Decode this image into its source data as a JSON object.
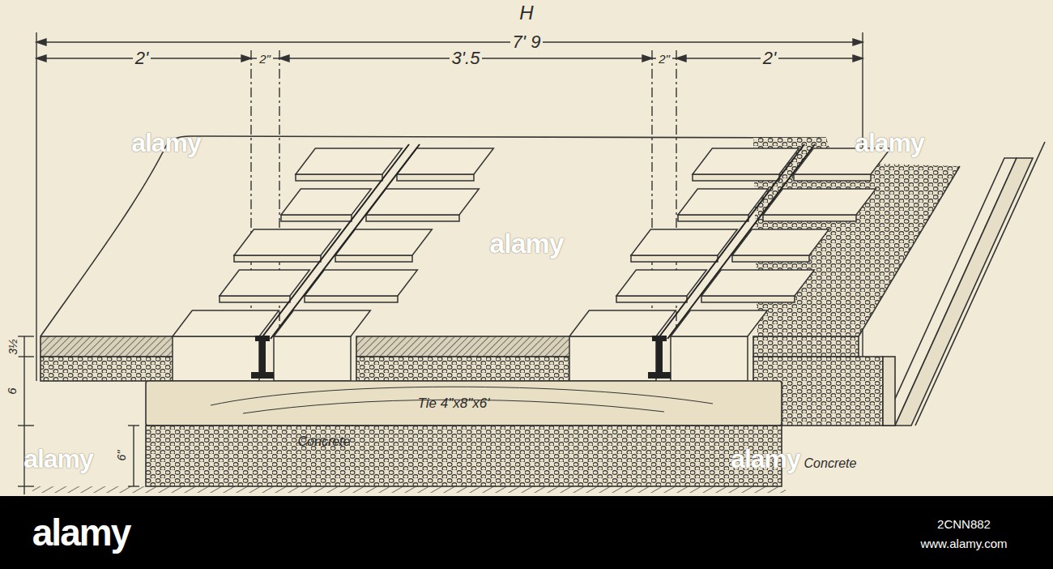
{
  "diagram": {
    "labels": [
      "H",
      "7' 9",
      "2'",
      "2\"",
      "3'.5",
      "2\"",
      "2'",
      "Tie 4\"x8\"x6'",
      "Concrete",
      "Concrete",
      "3½",
      "6",
      "6\"",
      "alamy",
      "alamy",
      "alamy",
      "alamy",
      "alamy",
      "alamy",
      "2CNN882",
      "www.alamy.com"
    ]
  }
}
